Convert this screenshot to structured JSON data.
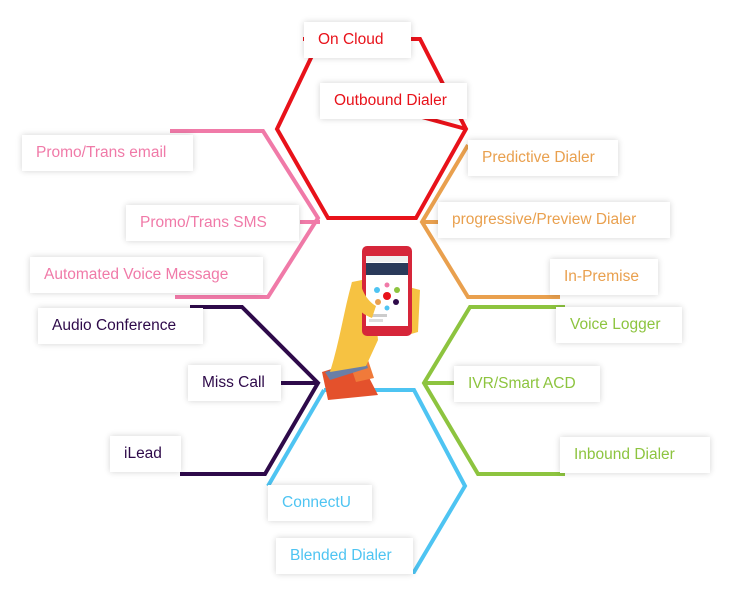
{
  "colors": {
    "red": "#e8121a",
    "pink": "#f07aa8",
    "orange": "#e9a04e",
    "purple": "#2e0a4a",
    "green": "#8dc43f",
    "blue": "#4ec4f2"
  },
  "labels": {
    "on_cloud": "On Cloud",
    "outbound_dialer": "Outbound Dialer",
    "promo_email": "Promo/Trans email",
    "promo_sms": "Promo/Trans SMS",
    "automated_voice": "Automated Voice Message",
    "audio_conference": "Audio Conference",
    "miss_call": "Miss Call",
    "ilead": "iLead",
    "connectu": "ConnectU",
    "blended_dialer": "Blended Dialer",
    "predictive_dialer": "Predictive Dialer",
    "progressive_dialer": "progressive/Preview Dialer",
    "in_premise": "In-Premise",
    "voice_logger": "Voice Logger",
    "ivr_acd": "IVR/Smart ACD",
    "inbound_dialer": "Inbound Dialer"
  },
  "center_icon": "hand-holding-phone"
}
